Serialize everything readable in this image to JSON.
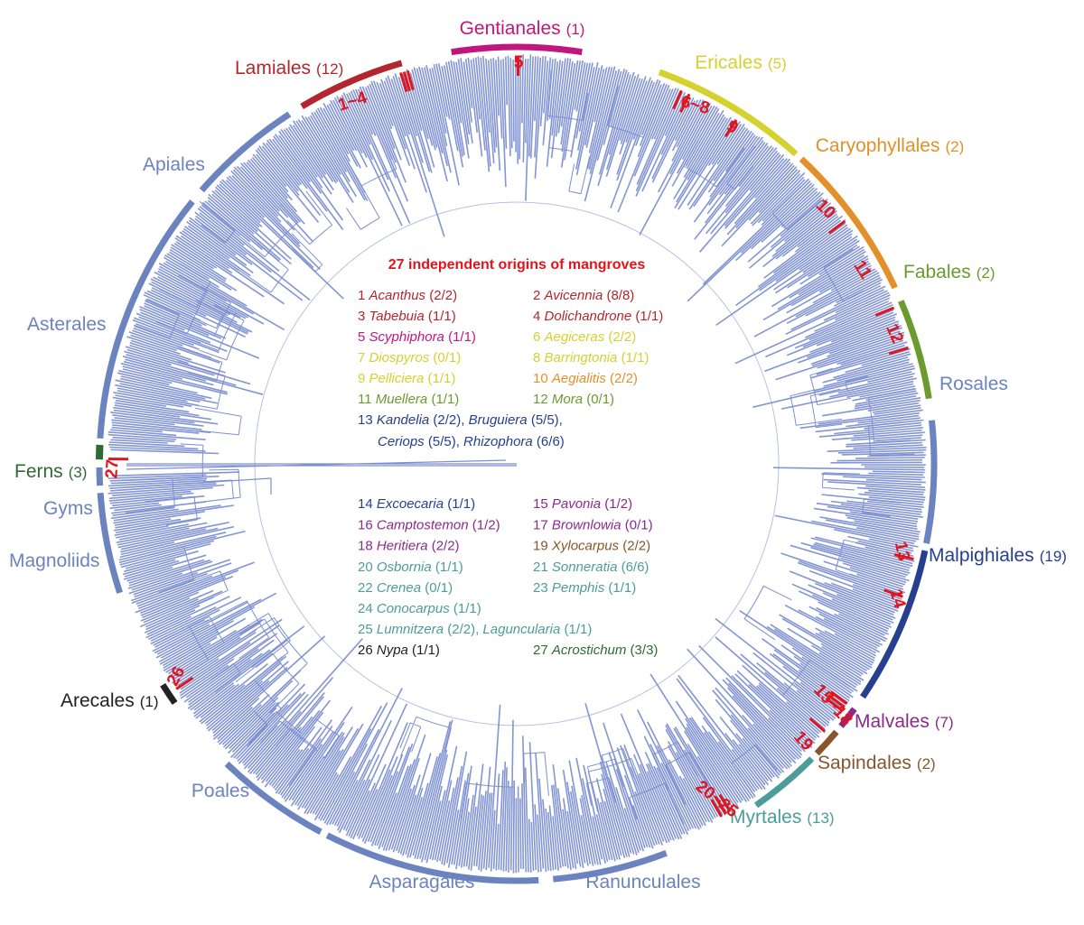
{
  "colors": {
    "tree": "#7c8fd0",
    "marker": "#e2141c",
    "generic_order": "#6b83bf"
  },
  "legend": {
    "title": "27 independent origins of mangroves",
    "entries": [
      {
        "num": "1",
        "parts": [
          {
            "genus": "Acanthus",
            "count": "(2/2)"
          }
        ],
        "color": "#b3262e"
      },
      {
        "num": "2",
        "parts": [
          {
            "genus": "Avicennia",
            "count": "(8/8)"
          }
        ],
        "color": "#b3262e"
      },
      {
        "num": "3",
        "parts": [
          {
            "genus": "Tabebuia",
            "count": "(1/1)"
          }
        ],
        "color": "#b3262e"
      },
      {
        "num": "4",
        "parts": [
          {
            "genus": "Dolichandrone",
            "count": "(1/1)"
          }
        ],
        "color": "#b3262e"
      },
      {
        "num": "5",
        "parts": [
          {
            "genus": "Scyphiphora",
            "count": "(1/1)"
          }
        ],
        "color": "#c2167f"
      },
      {
        "num": "6",
        "parts": [
          {
            "genus": "Aegiceras",
            "count": "(2/2)"
          }
        ],
        "color": "#d5d12e"
      },
      {
        "num": "7",
        "parts": [
          {
            "genus": "Diospyros",
            "count": "(0/1)"
          }
        ],
        "color": "#d5d12e"
      },
      {
        "num": "8",
        "parts": [
          {
            "genus": "Barringtonia",
            "count": "(1/1)"
          }
        ],
        "color": "#d5d12e"
      },
      {
        "num": "9",
        "parts": [
          {
            "genus": "Pelliciera",
            "count": "(1/1)"
          }
        ],
        "color": "#d5d12e"
      },
      {
        "num": "10",
        "parts": [
          {
            "genus": "Aegialitis",
            "count": "(2/2)"
          }
        ],
        "color": "#e3902a"
      },
      {
        "num": "11",
        "parts": [
          {
            "genus": "Muellera",
            "count": "(1/1)"
          }
        ],
        "color": "#6b9b2e"
      },
      {
        "num": "12",
        "parts": [
          {
            "genus": "Mora",
            "count": "(0/1)"
          }
        ],
        "color": "#6b9b2e"
      },
      {
        "num": "13",
        "parts": [
          {
            "genus": "Kandelia",
            "count": "(2/2)"
          },
          {
            "genus": "Bruguiera",
            "count": "(5/5)"
          },
          {
            "genus": "Ceriops",
            "count": "(5/5)"
          },
          {
            "genus": "Rhizophora",
            "count": "(6/6)"
          }
        ],
        "color": "#26408f"
      },
      {
        "num": "14",
        "parts": [
          {
            "genus": "Excoecaria",
            "count": "(1/1)"
          }
        ],
        "color": "#26408f"
      },
      {
        "num": "15",
        "parts": [
          {
            "genus": "Pavonia",
            "count": "(1/2)"
          }
        ],
        "color": "#8a2a8c"
      },
      {
        "num": "16",
        "parts": [
          {
            "genus": "Camptostemon",
            "count": "(1/2)"
          }
        ],
        "color": "#8a2a8c"
      },
      {
        "num": "17",
        "parts": [
          {
            "genus": "Brownlowia",
            "count": "(0/1)"
          }
        ],
        "color": "#8a2a8c"
      },
      {
        "num": "18",
        "parts": [
          {
            "genus": "Heritiera",
            "count": "(2/2)"
          }
        ],
        "color": "#8a2a8c"
      },
      {
        "num": "19",
        "parts": [
          {
            "genus": "Xylocarpus",
            "count": "(2/2)"
          }
        ],
        "color": "#87562a"
      },
      {
        "num": "20",
        "parts": [
          {
            "genus": "Osbornia",
            "count": "(1/1)"
          }
        ],
        "color": "#4c9d9a"
      },
      {
        "num": "21",
        "parts": [
          {
            "genus": "Sonneratia",
            "count": "(6/6)"
          }
        ],
        "color": "#4c9d9a"
      },
      {
        "num": "22",
        "parts": [
          {
            "genus": "Crenea",
            "count": "(0/1)"
          }
        ],
        "color": "#4c9d9a"
      },
      {
        "num": "23",
        "parts": [
          {
            "genus": "Pemphis",
            "count": "(1/1)"
          }
        ],
        "color": "#4c9d9a"
      },
      {
        "num": "24",
        "parts": [
          {
            "genus": "Conocarpus",
            "count": "(1/1)"
          }
        ],
        "color": "#4c9d9a"
      },
      {
        "num": "25",
        "parts": [
          {
            "genus": "Lumnitzera",
            "count": "(2/2)"
          },
          {
            "genus": "Laguncularia",
            "count": "(1/1)"
          }
        ],
        "color": "#4c9d9a"
      },
      {
        "num": "26",
        "parts": [
          {
            "genus": "Nypa",
            "count": "(1/1)"
          }
        ],
        "color": "#222222"
      },
      {
        "num": "27",
        "parts": [
          {
            "genus": "Acrostichum",
            "count": "(3/3)"
          }
        ],
        "color": "#2e6a34"
      }
    ]
  },
  "orders": [
    {
      "name": "Gentianales",
      "count": "(1)",
      "color": "#c2167f"
    },
    {
      "name": "Ericales",
      "count": "(5)",
      "color": "#d5d12e"
    },
    {
      "name": "Caryophyllales",
      "count": "(2)",
      "color": "#e3902a"
    },
    {
      "name": "Fabales",
      "count": "(2)",
      "color": "#6b9b2e"
    },
    {
      "name": "Rosales",
      "count": "",
      "color": "#6b83bf"
    },
    {
      "name": "Malpighiales",
      "count": "(19)",
      "color": "#26408f"
    },
    {
      "name": "Malvales",
      "count": "(7)",
      "color": "#8a2a8c"
    },
    {
      "name": "Sapindales",
      "count": "(2)",
      "color": "#87562a"
    },
    {
      "name": "Myrtales",
      "count": "(13)",
      "color": "#4c9d9a"
    },
    {
      "name": "Ranunculales",
      "count": "",
      "color": "#6b83bf"
    },
    {
      "name": "Asparagales",
      "count": "",
      "color": "#6b83bf"
    },
    {
      "name": "Poales",
      "count": "",
      "color": "#6b83bf"
    },
    {
      "name": "Arecales",
      "count": "(1)",
      "color": "#222222"
    },
    {
      "name": "Magnoliids",
      "count": "",
      "color": "#6b83bf"
    },
    {
      "name": "Gyms",
      "count": "",
      "color": "#6b83bf"
    },
    {
      "name": "Ferns",
      "count": "(3)",
      "color": "#2e6a34"
    },
    {
      "name": "Asterales",
      "count": "",
      "color": "#6b83bf"
    },
    {
      "name": "Apiales",
      "count": "",
      "color": "#6b83bf"
    },
    {
      "name": "Lamiales",
      "count": "(12)",
      "color": "#b3262e"
    }
  ],
  "origin_markers": [
    "1~4",
    "5",
    "6~8",
    "9",
    "10",
    "11",
    "12",
    "13",
    "14",
    "15~18",
    "19",
    "20~25",
    "26",
    "27"
  ]
}
